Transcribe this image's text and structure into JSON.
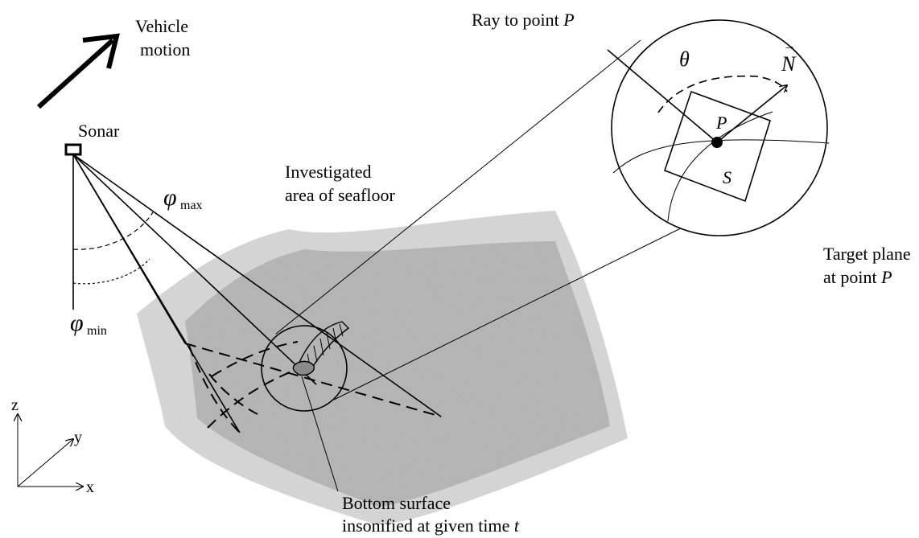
{
  "labels": {
    "vehicle_motion_1": "Vehicle",
    "vehicle_motion_2": "motion",
    "sonar": "Sonar",
    "investigated_1": "Investigated",
    "investigated_2": "area of seafloor",
    "phi_max_symbol": "φ",
    "phi_max_sub": "max",
    "phi_min_symbol": "φ",
    "phi_min_sub": "min",
    "ray_text": "Ray to point ",
    "ray_p": "P",
    "theta": "θ",
    "normal_vector": "N",
    "normal_arrow": "→",
    "point_p": "P",
    "plane_s": "S",
    "target_plane_1": "Target plane",
    "target_plane_2_text": "at point ",
    "target_plane_2_p": "P",
    "bottom_surface_1": "Bottom surface",
    "bottom_surface_2_text": "insonified at given time ",
    "bottom_surface_2_t": "t",
    "axis_z": "z",
    "axis_y": "y",
    "axis_x": "x"
  }
}
